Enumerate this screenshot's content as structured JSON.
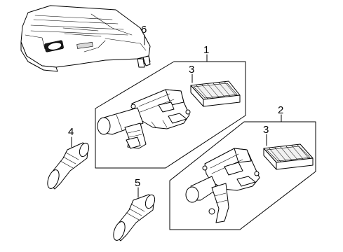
{
  "callouts": [
    {
      "id": "1",
      "text": "1"
    },
    {
      "id": "2",
      "text": "2"
    },
    {
      "id": "3a",
      "text": "3"
    },
    {
      "id": "3b",
      "text": "3"
    },
    {
      "id": "4",
      "text": "4"
    },
    {
      "id": "5",
      "text": "5"
    },
    {
      "id": "6",
      "text": "6"
    }
  ],
  "parts": [
    {
      "callout": "1",
      "name": "air-cleaner-assembly-icon"
    },
    {
      "callout": "2",
      "name": "air-cleaner-assembly-icon"
    },
    {
      "callout": "3",
      "name": "air-filter-element-icon"
    },
    {
      "callout": "4",
      "name": "intake-duct-icon"
    },
    {
      "callout": "5",
      "name": "intake-duct-icon"
    },
    {
      "callout": "6",
      "name": "engine-cover-icon"
    }
  ]
}
